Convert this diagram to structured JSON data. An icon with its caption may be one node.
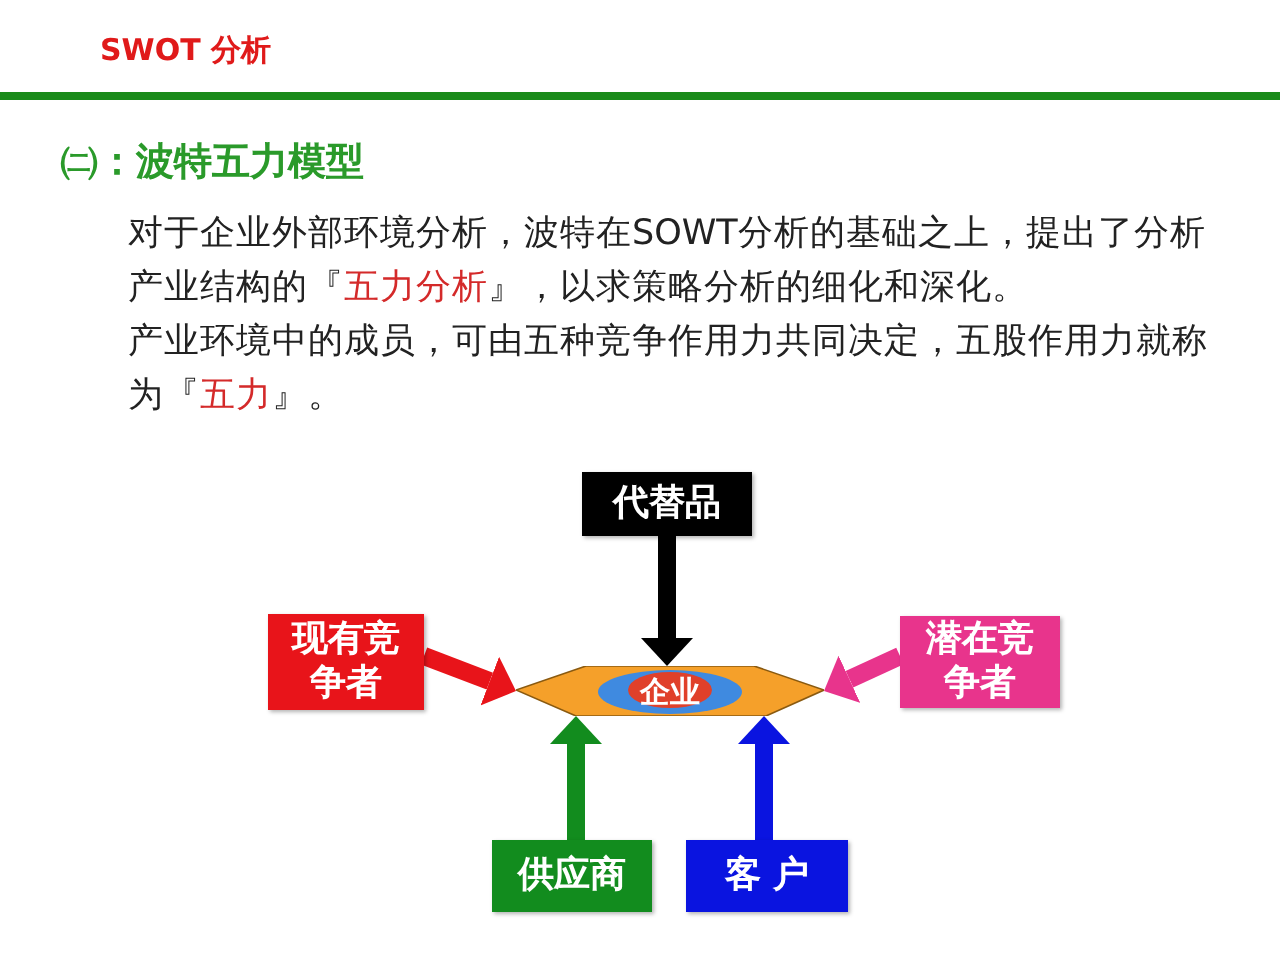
{
  "diagram": {
    "title": "SWOT 分析",
    "nodes": [
      {
        "text": [
          "代替品"
        ]
      },
      {
        "text": [
          "现有竞争者"
        ]
      },
      {
        "text": [
          "企业"
        ]
      },
      {
        "text": [
          "潜在竞争者"
        ]
      },
      {
        "text": [
          "供应商"
        ]
      },
      {
        "text": [
          "客 户"
        ]
      }
    ],
    "edges": [
      {
        "from": 0,
        "to": 2,
        "arrow": "to",
        "color": "#000000"
      },
      {
        "from": 1,
        "to": 2,
        "arrow": "to",
        "color": "#e8141a"
      },
      {
        "from": 3,
        "to": 2,
        "arrow": "to",
        "color": "#e8348c"
      },
      {
        "from": 4,
        "to": 2,
        "arrow": "to",
        "color": "#128c1e"
      },
      {
        "from": 5,
        "to": 2,
        "arrow": "to",
        "color": "#0a14e0"
      }
    ],
    "labels": [
      "㈡：波特五力模型",
      "对于企业外部环境分析，波特在SOWT分析的基础之上，提出了分析产业结构的『**五力分析**』，以求策略分析的细化和深化。",
      "产业环境中的成员，可由五种竞争作用力共同决定，五股作用力就称为『**五力**』。"
    ]
  }
}
